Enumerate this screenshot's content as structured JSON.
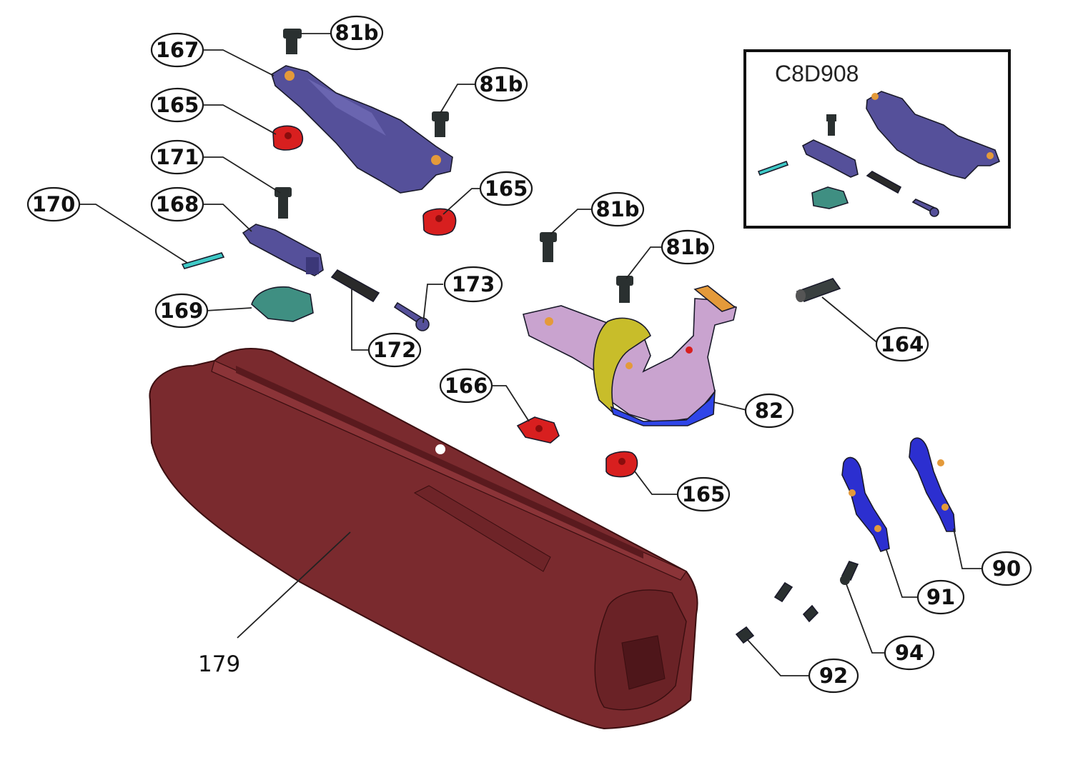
{
  "inset": {
    "code": "C8D908"
  },
  "callouts": {
    "c167": "167",
    "c81b_a": "81b",
    "c81b_b": "81b",
    "c81b_c": "81b",
    "c81b_d": "81b",
    "c165_a": "165",
    "c165_b": "165",
    "c165_c": "165",
    "c171": "171",
    "c170": "170",
    "c168": "168",
    "c169": "169",
    "c173": "173",
    "c172": "172",
    "c164": "164",
    "c166": "166",
    "c82": "82",
    "c90": "90",
    "c91": "91",
    "c94": "94",
    "c92": "92"
  },
  "label_179": "179",
  "colors": {
    "stock": "#7a2a2e",
    "stock_dark": "#5a1a1e",
    "slide": "#55509a",
    "red_part": "#d81f1f",
    "teal_part": "#3f8f82",
    "pin_cyan": "#3ec9c6",
    "screw": "#2a3030",
    "lever_blue": "#2c2fd0",
    "housing_pink": "#c9a3cf",
    "housing_yellow": "#c8bd2a",
    "housing_blue": "#2f45e8",
    "brass": "#e49a3a"
  }
}
